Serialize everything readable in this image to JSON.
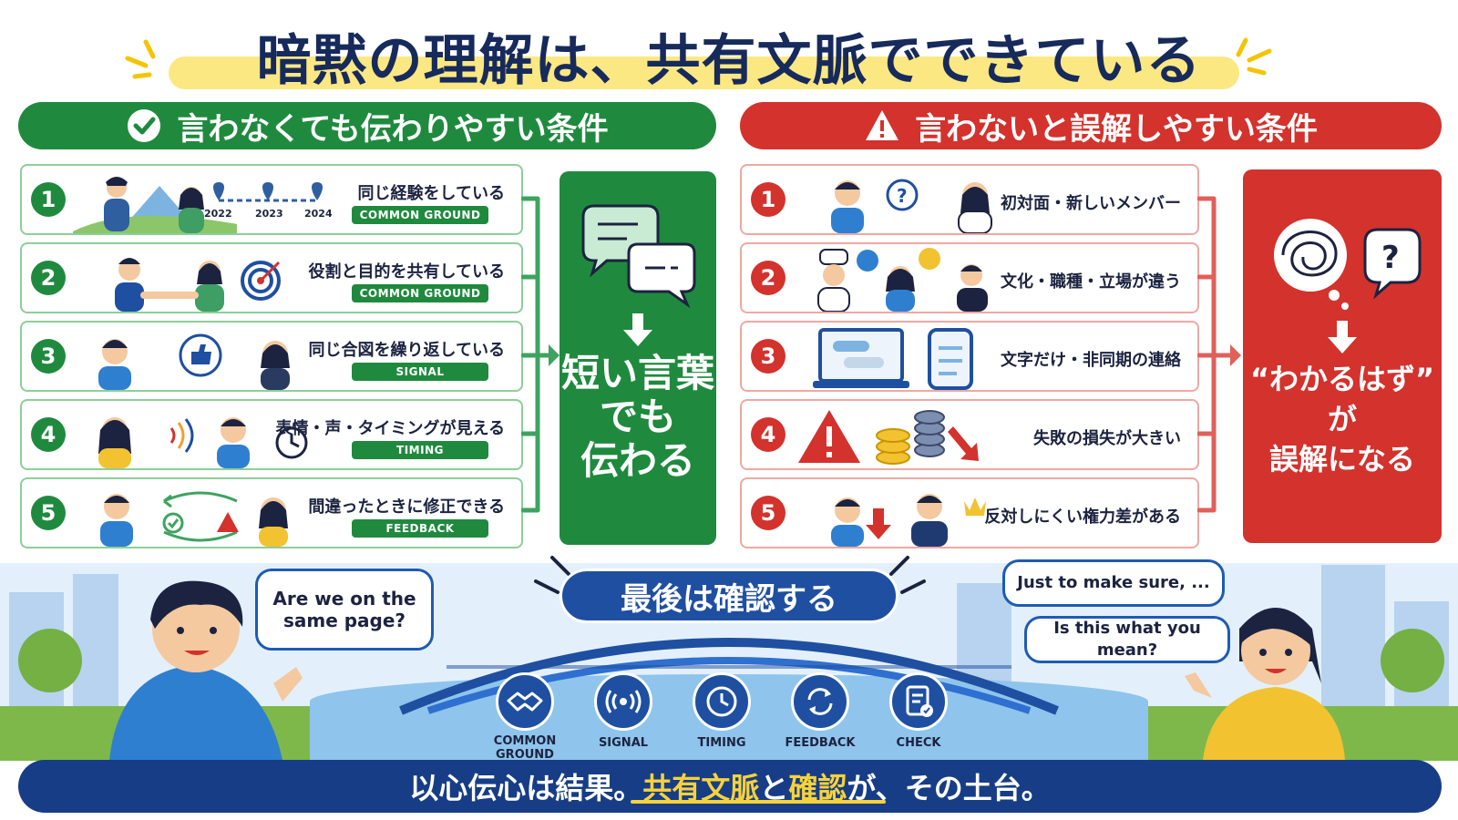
{
  "title": "暗黙の理解は、共有文脈でできている",
  "left": {
    "header": "言わなくても伝わりやすい条件",
    "items": [
      {
        "num": "1",
        "text": "同じ経験をしている",
        "tag": "COMMON GROUND",
        "years": [
          "2022",
          "2023",
          "2024"
        ]
      },
      {
        "num": "2",
        "text": "役割と目的を共有している",
        "tag": "COMMON GROUND"
      },
      {
        "num": "3",
        "text": "同じ合図を繰り返している",
        "tag": "SIGNAL"
      },
      {
        "num": "4",
        "text": "表情・声・タイミングが見える",
        "tag": "TIMING"
      },
      {
        "num": "5",
        "text": "間違ったときに修正できる",
        "tag": "FEEDBACK"
      }
    ],
    "result": [
      "短い言葉",
      "でも",
      "伝わる"
    ],
    "accent": "#1f8a3e"
  },
  "right": {
    "header": "言わないと誤解しやすい条件",
    "items": [
      {
        "num": "1",
        "text": "初対面・新しいメンバー"
      },
      {
        "num": "2",
        "text": "文化・職種・立場が違う"
      },
      {
        "num": "3",
        "text": "文字だけ・非同期の連絡"
      },
      {
        "num": "4",
        "text": "失敗の損失が大きい"
      },
      {
        "num": "5",
        "text": "反対しにくい権力差がある"
      }
    ],
    "result": [
      "“わかるはず”",
      "が",
      "誤解になる"
    ],
    "accent": "#d3322d"
  },
  "bottom": {
    "check_title": "最後は確認する",
    "bubble_left": "Are we on the same page?",
    "bubble_right_1": "Just to make sure, ...",
    "bubble_right_2": "Is this what you mean?",
    "icons": [
      {
        "label": "COMMON GROUND",
        "icon": "handshake-icon"
      },
      {
        "label": "SIGNAL",
        "icon": "signal-icon"
      },
      {
        "label": "TIMING",
        "icon": "clock-icon"
      },
      {
        "label": "FEEDBACK",
        "icon": "refresh-icon"
      },
      {
        "label": "CHECK",
        "icon": "checklist-icon"
      }
    ]
  },
  "footer": {
    "part1": "以心伝心は結果。",
    "part2": "共有文脈",
    "part3": "と",
    "part4": "確認",
    "part5": "が、その土台。"
  }
}
